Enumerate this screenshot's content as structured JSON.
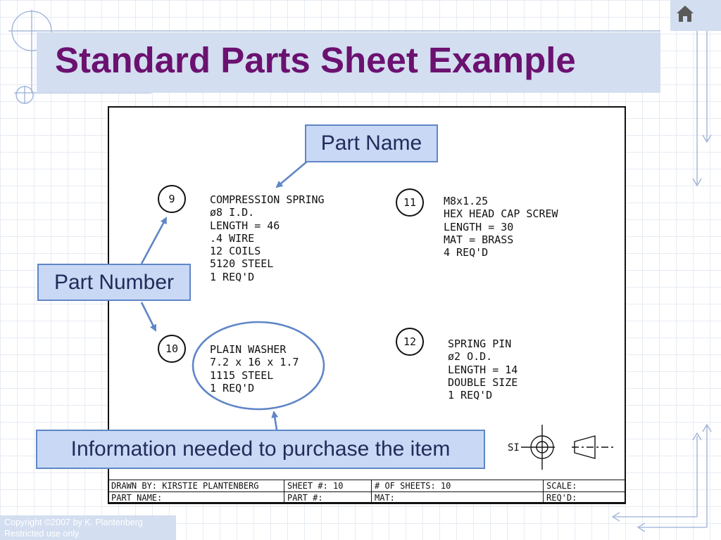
{
  "slide": {
    "title": "Standard Parts Sheet Example"
  },
  "parts": [
    {
      "number": "9",
      "lines": [
        "COMPRESSION SPRING",
        "ø8 I.D.",
        "LENGTH = 46",
        ".4 WIRE",
        "12 COILS",
        "5120 STEEL",
        "1 REQ'D"
      ]
    },
    {
      "number": "10",
      "lines": [
        "PLAIN WASHER",
        "7.2 x 16 x 1.7",
        "1115 STEEL",
        "1 REQ'D"
      ]
    },
    {
      "number": "11",
      "lines": [
        "M8x1.25",
        "HEX HEAD CAP SCREW",
        "LENGTH = 30",
        "MAT = BRASS",
        "4 REQ'D"
      ]
    },
    {
      "number": "12",
      "lines": [
        "SPRING PIN",
        "ø2 O.D.",
        "LENGTH = 14",
        "DOUBLE SIZE",
        "1 REQ'D"
      ]
    }
  ],
  "callouts": {
    "part_name": "Part Name",
    "part_number": "Part Number",
    "purchase_info": "Information needed to purchase the item"
  },
  "projection_symbol": {
    "label": "SI"
  },
  "title_block": {
    "drawn_by": "DRAWN BY: KIRSTIE PLANTENBERG",
    "sheet": "SHEET #: 10",
    "num_sheets": "# OF SHEETS: 10",
    "scale": "SCALE:",
    "part_name": "PART NAME:",
    "part_num": "PART #:",
    "mat": "MAT:",
    "reqd": "REQ'D:"
  },
  "footer": {
    "copyright": "Copyright ©2007 by K. Plantenberg",
    "restricted": "Restricted use only"
  },
  "colors": {
    "title": "#6b1170",
    "callout_fill": "#c9d8f5",
    "callout_border": "#5f86c7",
    "arrow": "#5f86c7",
    "band": "#d3def0"
  }
}
